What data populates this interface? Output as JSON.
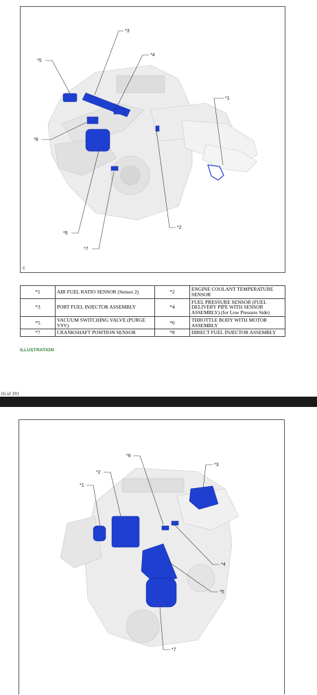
{
  "figure1": {
    "corner_code": "c",
    "callouts": [
      "*1",
      "*2",
      "*3",
      "*4",
      "*5",
      "*6",
      "*7",
      "*8"
    ]
  },
  "legend": {
    "rows": [
      {
        "code_a": "*1",
        "name_a": "AIR FUEL RATIO SENSOR (Sensor 2)",
        "code_b": "*2",
        "name_b": "ENGINE COOLANT TEMPERATURE SENSOR"
      },
      {
        "code_a": "*3",
        "name_a": "PORT FUEL INJECTOR ASSEMBLY",
        "code_b": "*4",
        "name_b": "FUEL PRESSURE SENSOR (FUEL DELIVERY PIPE WITH SENSOR ASSEMBLY) (for Low Pressure Side)"
      },
      {
        "code_a": "*5",
        "name_a": "VACUUM SWITCHING VALVE (PURGE VSV)",
        "code_b": "*6",
        "name_b": "THROTTLE BODY WITH MOTOR ASSEMBLY"
      },
      {
        "code_a": "*7",
        "name_a": "CRANKSHAFT POSITION SENSOR",
        "code_b": "*8",
        "name_b": "DIRECT FUEL INJECTOR ASSEMBLY"
      }
    ]
  },
  "illustration_label": "ILLUSTRATION",
  "page_counter": "16 of 191",
  "figure2": {
    "callouts": [
      "*1",
      "*2",
      "*3",
      "*4",
      "*5",
      "*6",
      "*7"
    ]
  },
  "colors": {
    "highlight_blue": "#1f3fd0",
    "engine_gray": "#e6e6e6",
    "link_green": "#2e7d32",
    "divider": "#1a1a1a"
  }
}
